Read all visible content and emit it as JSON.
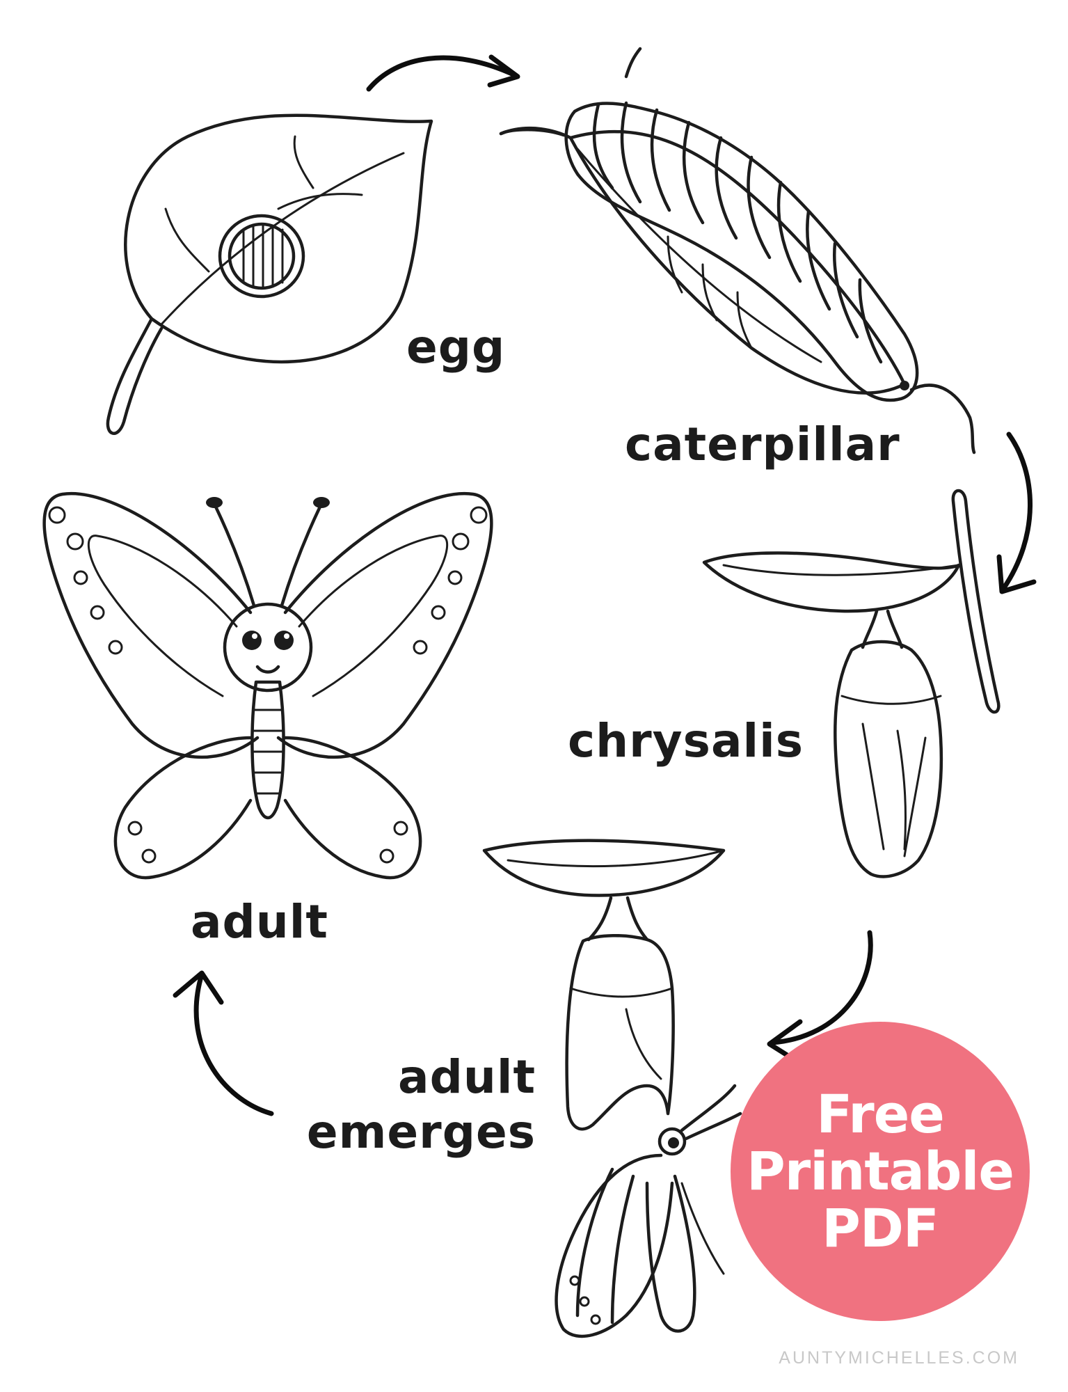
{
  "diagram": {
    "stages": [
      {
        "id": "egg",
        "label": "egg"
      },
      {
        "id": "caterpillar",
        "label": "caterpillar"
      },
      {
        "id": "chrysalis",
        "label": "chrysalis"
      },
      {
        "id": "emerges",
        "label": "adult emerges"
      },
      {
        "id": "adult",
        "label": "adult"
      }
    ],
    "badge": {
      "line1": "Free",
      "line2": "Printable",
      "line3": "PDF",
      "color": "#f07280"
    },
    "watermark": "AUNTYMICHELLES.COM"
  }
}
